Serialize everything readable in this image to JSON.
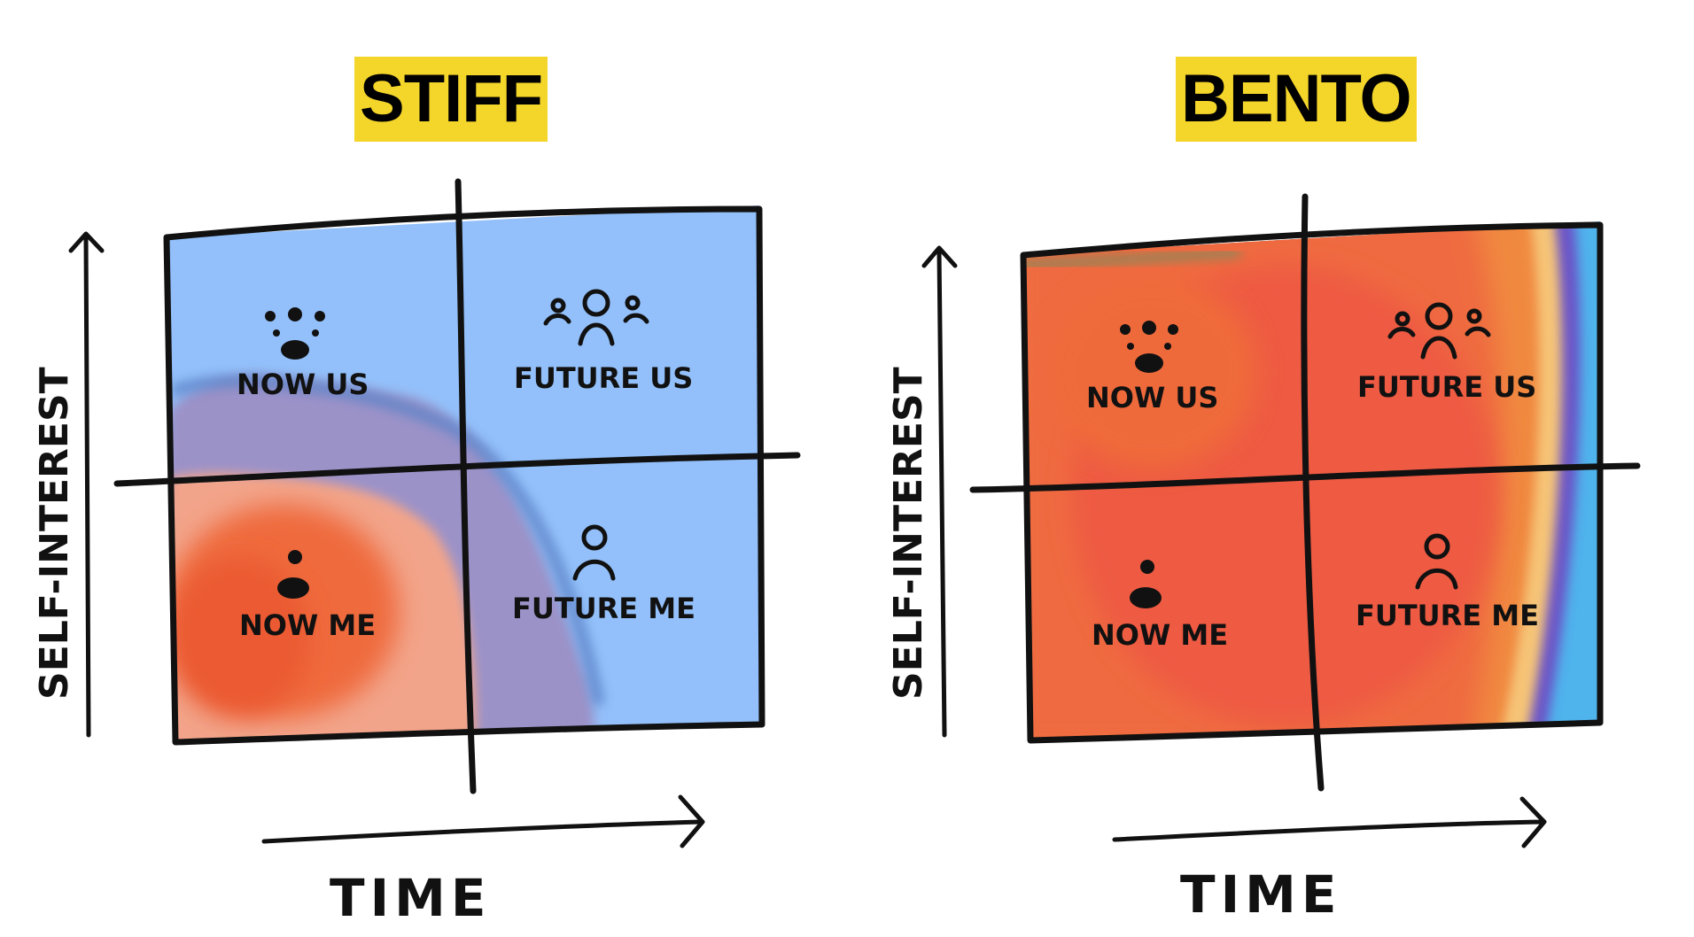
{
  "panels": [
    {
      "title": "STIFF",
      "quadrants": {
        "top_left": "NOW US",
        "top_right": "FUTURE US",
        "bottom_left": "NOW ME",
        "bottom_right": "FUTURE ME"
      },
      "axis_y": "SELF-INTEREST",
      "axis_x": "TIME"
    },
    {
      "title": "BENTO",
      "quadrants": {
        "top_left": "NOW US",
        "top_right": "FUTURE US",
        "bottom_left": "NOW ME",
        "bottom_right": "FUTURE ME"
      },
      "axis_y": "SELF-INTEREST",
      "axis_x": "TIME"
    }
  ],
  "colors": {
    "title_highlight": "#f4d52a",
    "stiff_background": "#93c0fa",
    "stiff_blob_purple": "#9b92c8",
    "stiff_blob_orange": "#ef6a3c",
    "bento_background": "#ef5d3e",
    "bento_edge_blue": "#4fb3ec",
    "ink": "#111111"
  },
  "icons": {
    "now_us": "group-of-dots-icon",
    "future_us": "group-of-people-icon",
    "now_me": "single-person-filled-icon",
    "future_me": "single-person-outline-icon"
  }
}
